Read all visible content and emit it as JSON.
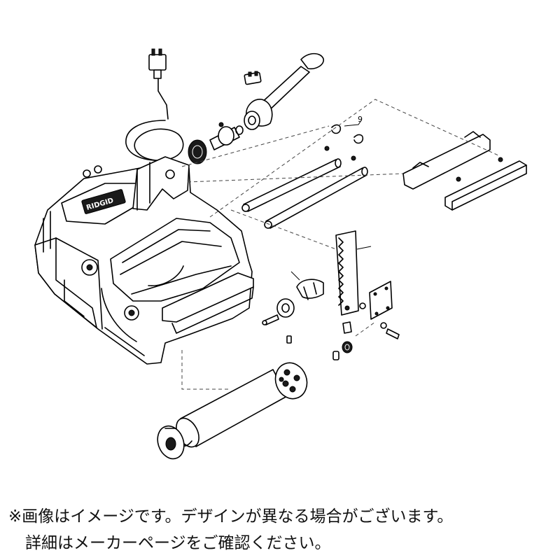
{
  "diagram": {
    "callout_number": "9",
    "brand_logo_text": "RIDGID"
  },
  "footer": {
    "note_line_1": "※画像はイメージです。デザインが異なる場合がございます。",
    "note_line_2": "詳細はメーカーページをご確認ください。"
  }
}
